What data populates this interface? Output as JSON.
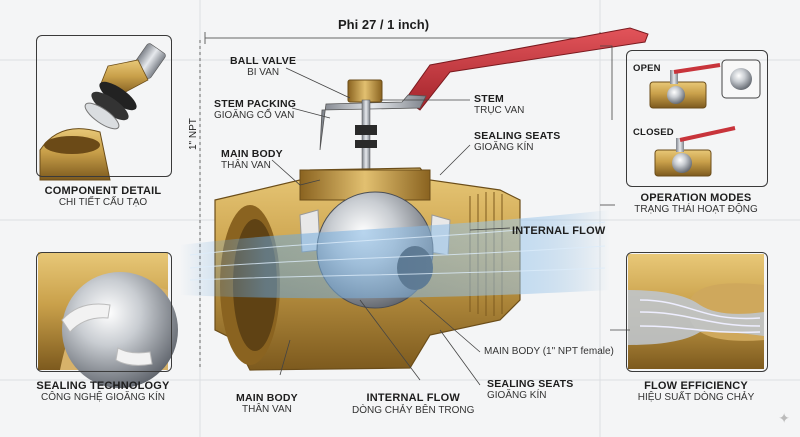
{
  "header": {
    "size_title": "Phi 27 / 1 inch)"
  },
  "dimension": {
    "vertical": "1\" NPT"
  },
  "left_panels": {
    "component_detail": {
      "title": "COMPONENT DETAIL",
      "subtitle": "CHI TIẾT CẤU TẠO"
    },
    "sealing_technology": {
      "title": "SEALING TECHNOLOGY",
      "subtitle": "CÔNG NGHỆ GIOĂNG KÍN"
    }
  },
  "right_panels": {
    "operation_modes": {
      "title": "OPERATION MODES",
      "subtitle": "TRẠNG THÁI HOẠT ĐỘNG",
      "open_label": "OPEN",
      "closed_label": "CLOSED"
    },
    "flow_efficiency": {
      "title": "FLOW EFFICIENCY",
      "subtitle": "HIỆU SUẤT DÒNG CHẢY"
    }
  },
  "callouts": {
    "ball_valve": {
      "title": "BALL VALVE",
      "subtitle": "BI VAN"
    },
    "stem_packing": {
      "title": "STEM PACKING",
      "subtitle": "GIOĂNG CỔ VAN"
    },
    "main_body_top": {
      "title": "MAIN BODY",
      "subtitle": "THÂN VAN"
    },
    "stem": {
      "title": "STEM",
      "subtitle": "TRỤC VAN"
    },
    "sealing_seats_top": {
      "title": "SEALING SEATS",
      "subtitle": "GIOĂNG KÍN"
    },
    "internal_flow_right": {
      "title": "INTERNAL FLOW"
    },
    "main_body_npt": {
      "title": "MAIN BODY (1\" NPT female)"
    },
    "main_body_bottom": {
      "title": "MAIN BODY",
      "subtitle": "THÂN VAN"
    },
    "internal_flow_bottom": {
      "title": "INTERNAL FLOW",
      "subtitle": "DÒNG CHẢY BÊN TRONG"
    },
    "sealing_seats_bottom": {
      "title": "SEALING SEATS",
      "subtitle": "GIOĂNG KÍN"
    }
  },
  "colors": {
    "brass": "#c9a04a",
    "brass_dark": "#8a6320",
    "handle_red": "#c8343b",
    "steel": "#b8bcc2",
    "flow_blue": "#6aa5d8"
  }
}
